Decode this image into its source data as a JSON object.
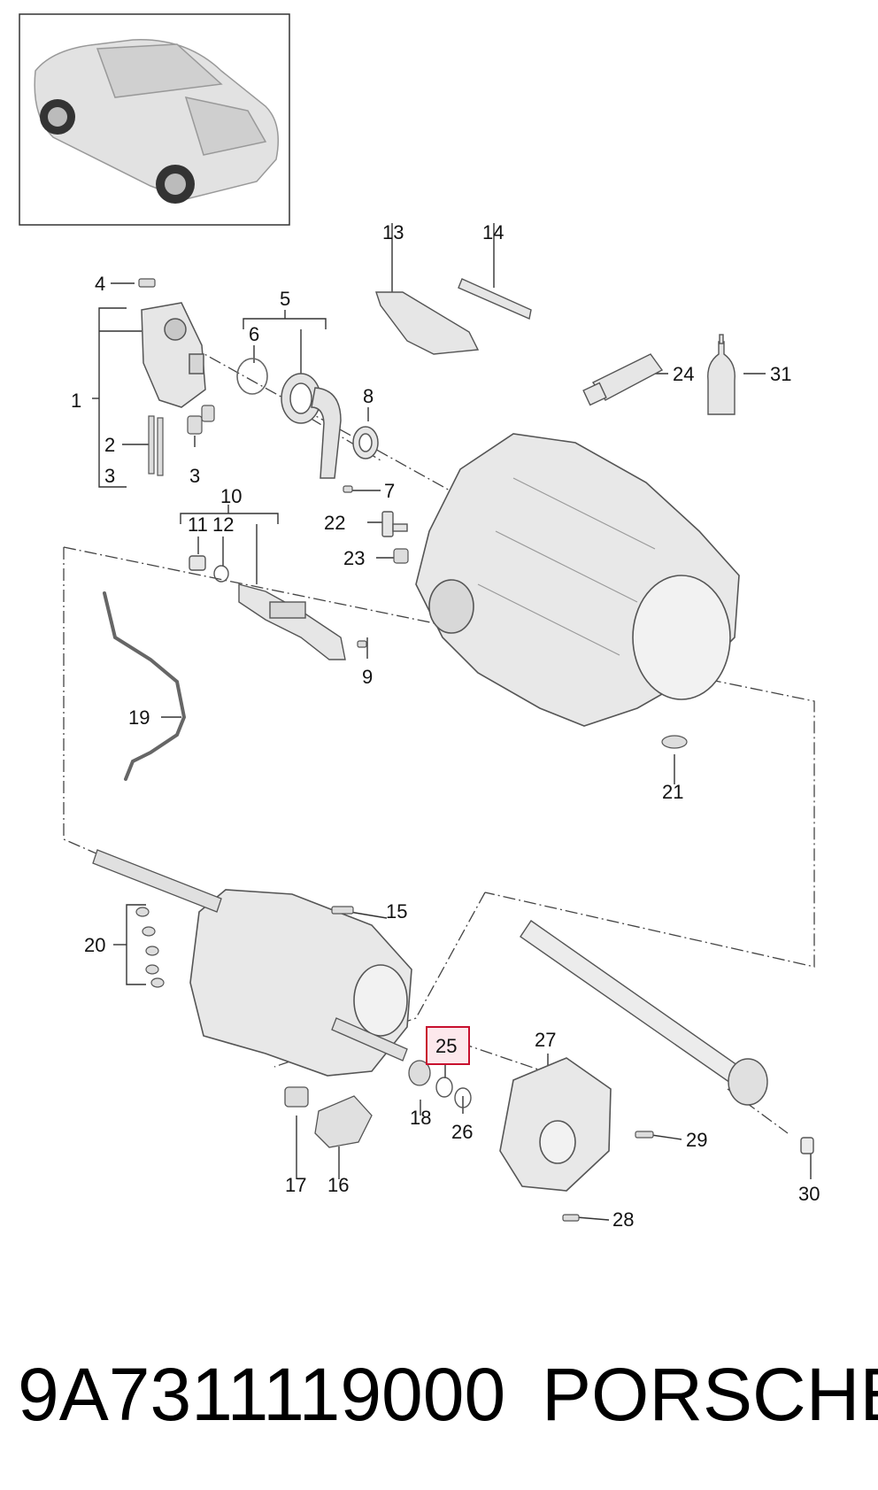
{
  "diagram": {
    "callouts": [
      "1",
      "2",
      "3",
      "4",
      "5",
      "6",
      "7",
      "8",
      "9",
      "10",
      "11",
      "12",
      "13",
      "14",
      "15",
      "16",
      "17",
      "18",
      "19",
      "20",
      "21",
      "22",
      "23",
      "24",
      "25",
      "26",
      "27",
      "28",
      "29",
      "30",
      "31"
    ],
    "highlighted_callout": "25",
    "highlight_color": "#c8102e",
    "highlight_fill": "#fde8ec"
  },
  "caption": {
    "part_number": "9A7311119000",
    "brand": "PORSCHE"
  }
}
